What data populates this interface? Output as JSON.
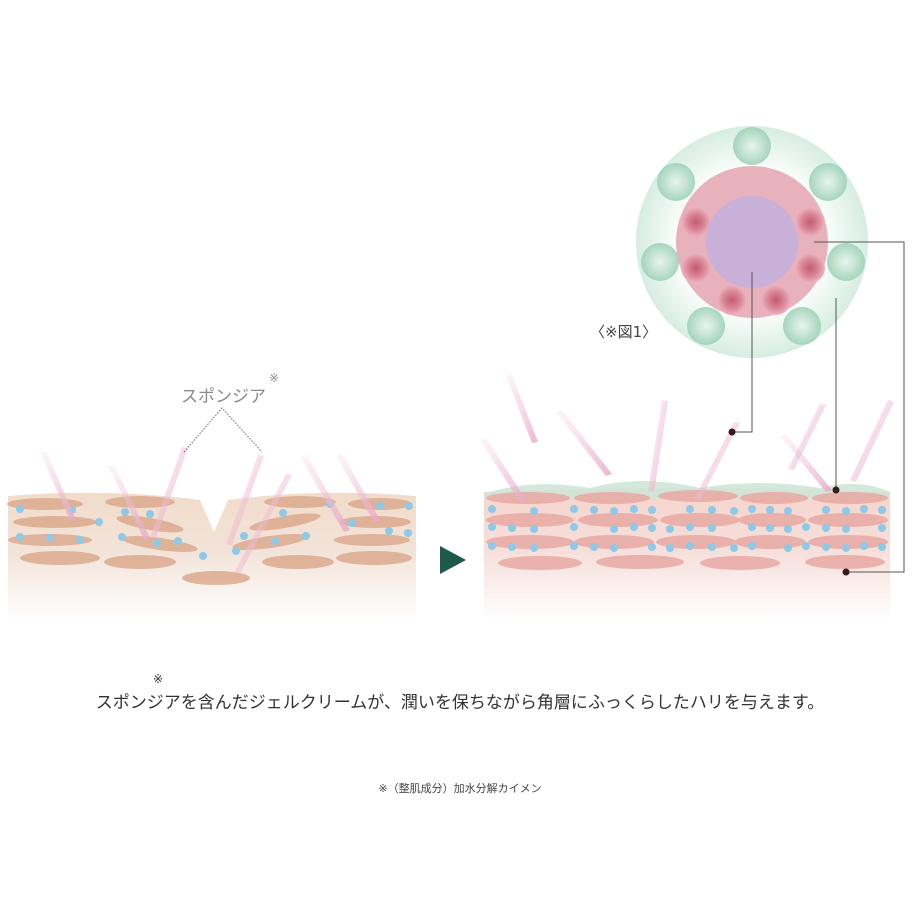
{
  "labels": {
    "sponge": "スポンジア",
    "sponge_mark": "※",
    "figure_ref": "〈※図1〉",
    "caption_mark": "※",
    "caption": "スポンジアを含んだジェルクリームが、潤いを保ちながら角層にふっくらしたハリを与えます。",
    "footnote": "※（整肌成分）加水分解カイメン"
  },
  "colors": {
    "arrow": "#1e5a4c",
    "water_dot": "#8ec9e8",
    "dry_cell": "#d9a98c",
    "moist_cell": "#e8a8a4",
    "gel_layer": "#cfe6d8",
    "core": "#c9b0d8",
    "inner_ring": "#e7aeb8",
    "outer_ring": "#d4ece0",
    "leader_line": "#555555"
  },
  "icons": {
    "arrow": "right-triangle-arrow-icon"
  }
}
